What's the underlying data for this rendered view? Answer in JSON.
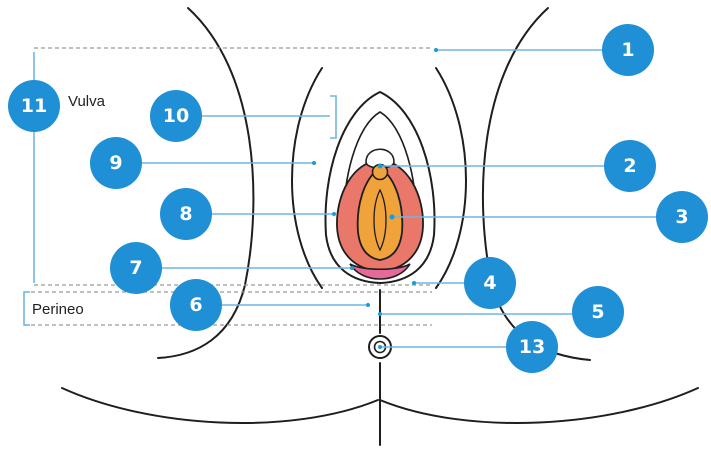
{
  "labels": {
    "vulva": "Vulva",
    "perineo": "Perineo"
  },
  "markers": [
    "1",
    "2",
    "3",
    "4",
    "5",
    "6",
    "7",
    "8",
    "9",
    "10",
    "11",
    "13"
  ],
  "colors": {
    "badge": "#1f8fd6",
    "leader": "#6fb6e6",
    "labia_majora_fill": "#e9776a",
    "labia_minora_fill": "#f0a33a",
    "fourchette_fill": "#e6699c",
    "outline": "#1e1e1e"
  }
}
